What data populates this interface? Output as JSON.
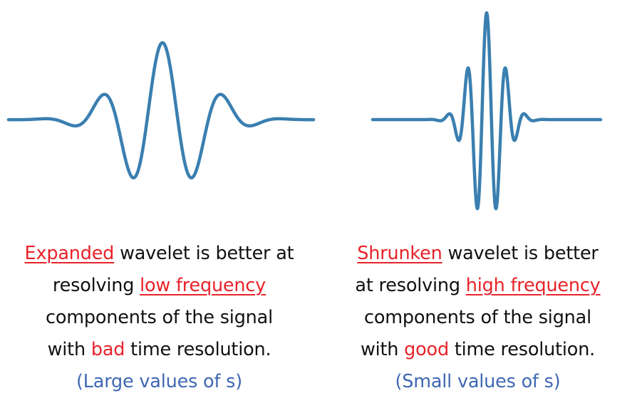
{
  "colors": {
    "wave": "#3a7fb0",
    "highlight": "#e8232a",
    "note": "#3f68b3",
    "text": "#111111"
  },
  "left": {
    "line1_hl": "Expanded",
    "line1_rest": " wavelet is better at",
    "line2_pre": "resolving ",
    "line2_hl": "low frequency",
    "line3": "components of the signal",
    "line4_pre": "with ",
    "line4_hl": "bad",
    "line4_post": " time resolution.",
    "note": "(Large values of s)"
  },
  "right": {
    "line1_hl": "Shrunken",
    "line1_rest": " wavelet is better",
    "line2_pre": "at resolving ",
    "line2_hl": "high frequency",
    "line3": "components of the signal",
    "line4_pre": "with ",
    "line4_hl": "good",
    "line4_post": " time resolution.",
    "note": "(Small values of s)"
  }
}
